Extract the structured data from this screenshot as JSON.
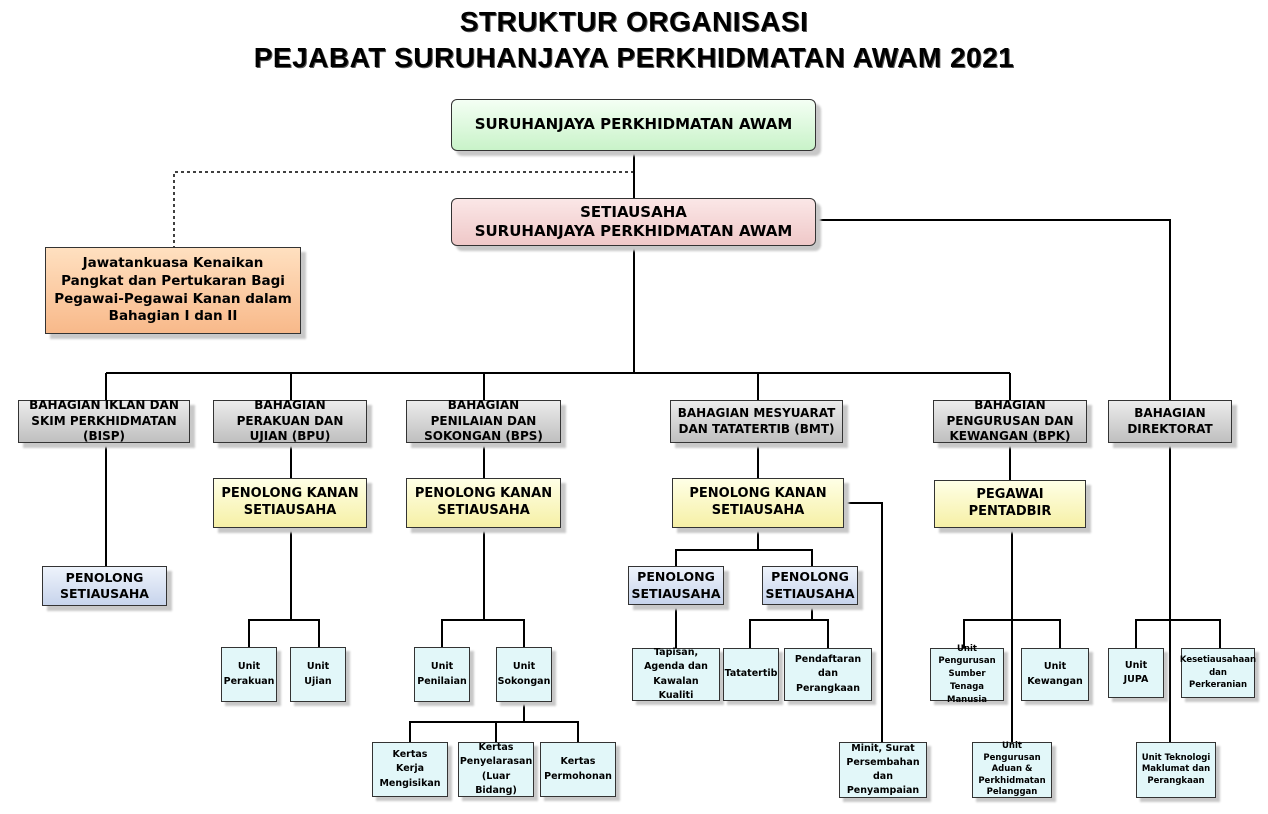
{
  "title": {
    "line1": "STRUKTUR ORGANISASI",
    "line2": "PEJABAT SURUHANJAYA PERKHIDMATAN AWAM 2021"
  },
  "top": {
    "spa": "SURUHANJAYA PERKHIDMATAN AWAM",
    "setiausaha_line1": "SETIAUSAHA",
    "setiausaha_line2": "SURUHANJAYA PERKHIDMATAN AWAM",
    "jawatankuasa": "Jawatankuasa Kenaikan Pangkat dan Pertukaran Bagi Pegawai-Pegawai Kanan dalam Bahagian I dan II"
  },
  "divisions": {
    "bisp": "BAHAGIAN IKLAN DAN SKIM PERKHIDMATAN (BISP)",
    "bpu": "BAHAGIAN PERAKUAN DAN UJIAN (BPU)",
    "bps": "BAHAGIAN PENILAIAN DAN SOKONGAN (BPS)",
    "bmt": "BAHAGIAN MESYUARAT DAN TATATERTIB (BMT)",
    "bpk": "BAHAGIAN PENGURUSAN DAN KEWANGAN (BPK)",
    "direktorat": "BAHAGIAN DIREKTORAT"
  },
  "roles": {
    "pks_bpu": "PENOLONG KANAN SETIAUSAHA",
    "pks_bps": "PENOLONG KANAN SETIAUSAHA",
    "pks_bmt": "PENOLONG KANAN SETIAUSAHA",
    "pentadbir": "PEGAWAI PENTADBIR",
    "ps_bisp": "PENOLONG SETIAUSAHA",
    "ps_bmt1": "PENOLONG SETIAUSAHA",
    "ps_bmt2": "PENOLONG SETIAUSAHA"
  },
  "units": {
    "perakuan": "Unit Perakuan",
    "ujian": "Unit Ujian",
    "penilaian": "Unit Penilaian",
    "sokongan": "Unit Sokongan",
    "kerja_mengisikan": "Kertas Kerja Mengisikan",
    "penyelarasan": "Kertas Penyelarasan (Luar Bidang)",
    "permohonan": "Kertas Permohonan",
    "tapisan": "Tapisan, Agenda dan Kawalan Kualiti",
    "tatatertib": "Tatatertib",
    "pendaftaran": "Pendaftaran dan Perangkaan",
    "minit": "Minit, Surat Persembahan dan Penyampaian",
    "sumber_manusia": "Unit Pengurusan Sumber Tenaga Manusia",
    "kewangan": "Unit Kewangan",
    "aduan": "Unit Pengurusan Aduan & Perkhidmatan Pelanggan",
    "jupa": "Unit JUPA",
    "keselamatan": "Kesetiausahaan dan Perkeranian",
    "teknologi": "Unit Teknologi Maklumat dan Perangkaan"
  }
}
